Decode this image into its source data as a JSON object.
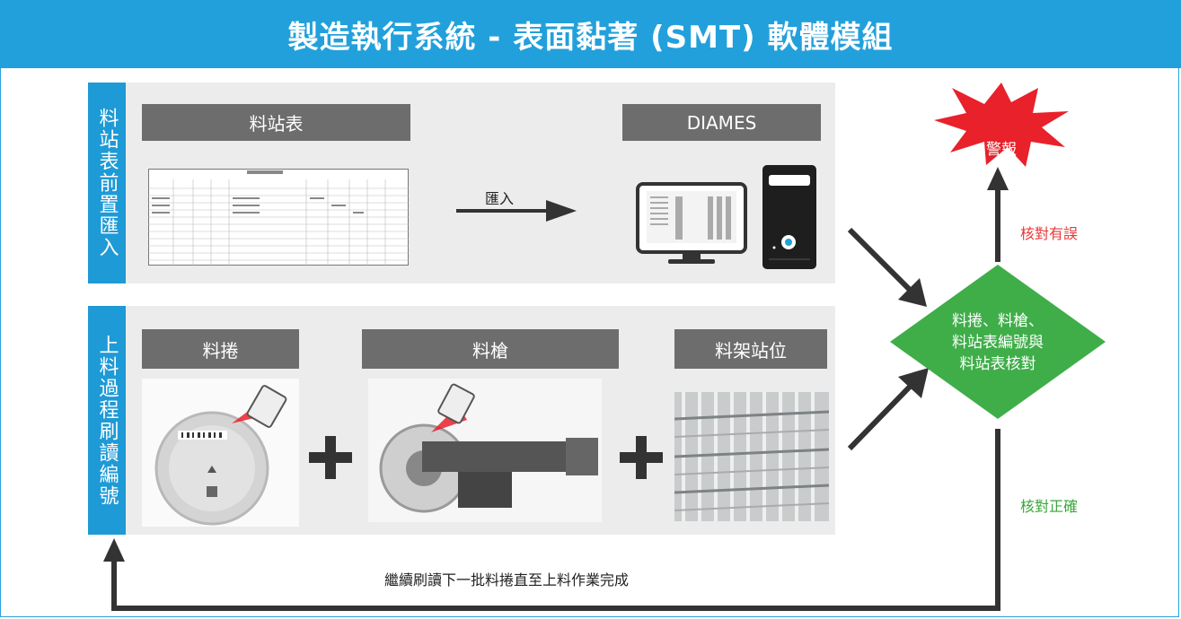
{
  "title": "製造執行系統 - 表面黏著 (SMT) 軟體模組",
  "section1": {
    "side_label": "料站表前置匯入",
    "left_header": "料站表",
    "right_header": "DIAMES",
    "arrow_label": "匯入"
  },
  "section2": {
    "side_label": "上料過程刷讀編號",
    "items": [
      "料捲",
      "料槍",
      "料架站位"
    ]
  },
  "decision": {
    "line1": "料捲、料槍、",
    "line2": "料站表編號與",
    "line3": "料站表核對"
  },
  "alarm": "警報",
  "error_label": "核對有誤",
  "correct_label": "核對正確",
  "loop_label": "繼續刷讀下一批料捲直至上料作業完成",
  "colors": {
    "title_bg": "#22a0db",
    "side_bg": "#1e9ad6",
    "header_bg": "#6d6d6d",
    "panel_bg": "#ececec",
    "alarm": "#e8212b",
    "decision": "#3fae49",
    "error": "#e8383a",
    "correct": "#3aa63a"
  }
}
